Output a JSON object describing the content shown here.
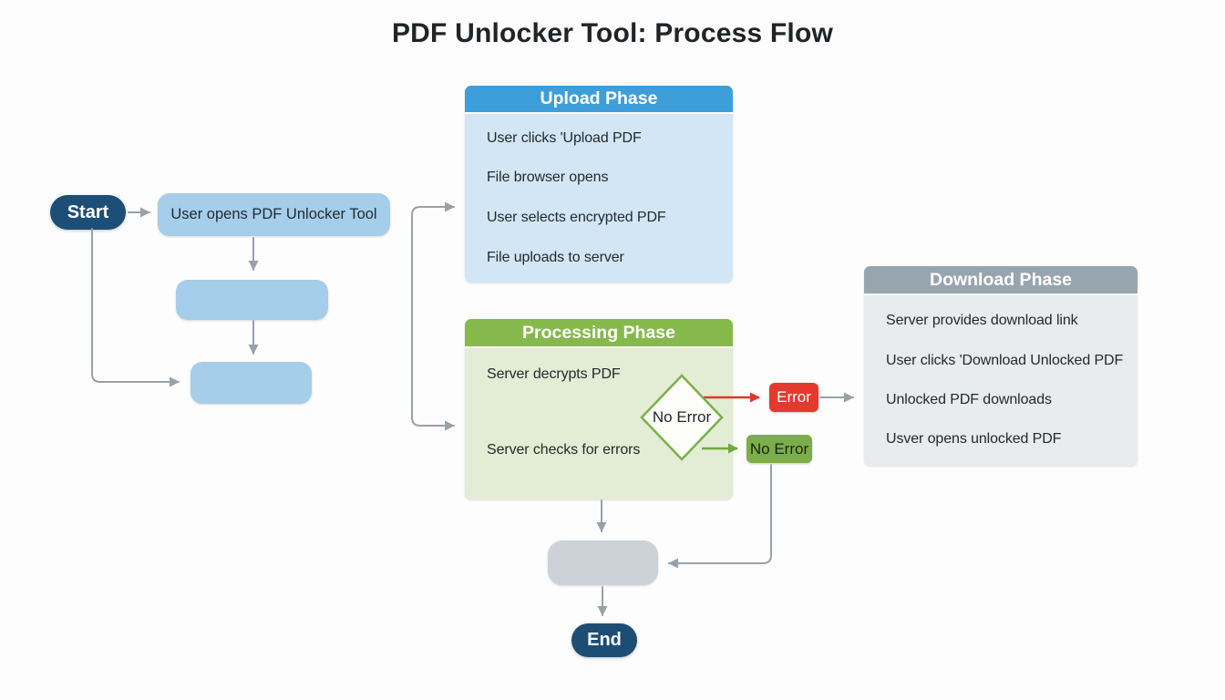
{
  "title": "PDF Unlocker Tool: Process Flow",
  "nodes": {
    "start": "Start",
    "open_tool": "User opens PDF Unlocker Tool",
    "end": "End"
  },
  "decision": {
    "label": "No Error",
    "error_branch": "Error",
    "success_branch": "No Error"
  },
  "phases": [
    {
      "title": "Upload Phase",
      "items": [
        "User clicks 'Upload PDF",
        "File browser opens",
        "User selects encrypted PDF",
        "File uploads to server"
      ]
    },
    {
      "title": "Processing Phase",
      "items": [
        "Server decrypts PDF",
        "Server checks for errors"
      ]
    },
    {
      "title": "Download Phase",
      "items": [
        "Server provides download link",
        "User clicks 'Download Unlocked PDF",
        "Unlocked PDF downloads",
        "Usver opens unlocked PDF"
      ]
    }
  ],
  "colors": {
    "terminal_navy": "#1d4e77",
    "step_blue": "#a6cde9",
    "upload_header_blue": "#3d9ed9",
    "upload_body_blue": "#d3e6f5",
    "processing_header_green": "#86b94b",
    "processing_body_green": "#e3ecd5",
    "download_header_gray": "#97a5ae",
    "download_body_gray": "#e9eced",
    "error_red": "#e4392e",
    "success_green": "#7cad49",
    "diamond_green": "#79b145",
    "connector_gray": "#99a1a8",
    "placeholder_gray": "#ccd2d7"
  }
}
